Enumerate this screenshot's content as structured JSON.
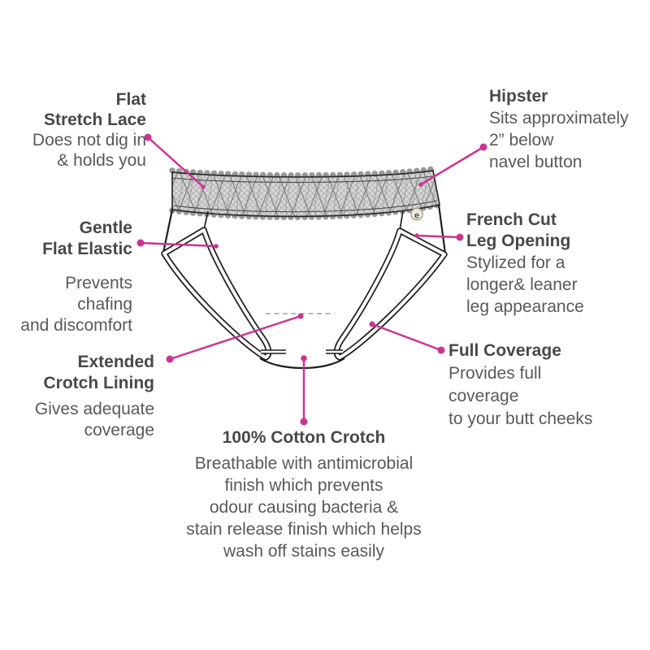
{
  "accent_color": "#cc3392",
  "title_text_color": "#47484a",
  "body_text_color": "#58595a",
  "callouts": {
    "flat_lace": {
      "t1": "Flat",
      "t2": "Stretch Lace",
      "b1": "Does not dig in",
      "b2": "& holds you"
    },
    "hipster": {
      "t1": "Hipster",
      "b1": "Sits approximately",
      "b2": "2” below",
      "b3": "navel button"
    },
    "gentle_elastic": {
      "t1": "Gentle",
      "t2": "Flat Elastic",
      "b1": "Prevents",
      "b2": "chafing",
      "b3": "and discomfort"
    },
    "french_cut": {
      "t1": "French Cut",
      "t2": "Leg Opening",
      "b1": "Stylized for a",
      "b2": "longer& leaner",
      "b3": "leg appearance"
    },
    "extended_crotch": {
      "t1": "Extended",
      "t2": "Crotch Lining",
      "b1": "Gives adequate",
      "b2": "coverage"
    },
    "full_coverage": {
      "t1": "Full Coverage",
      "b1": "Provides full",
      "b2": "coverage",
      "b3": "to your butt cheeks"
    },
    "cotton_crotch": {
      "t1": "100% Cotton Crotch",
      "b1": "Breathable with antimicrobial",
      "b2": "finish which prevents",
      "b3": "odour causing bacteria &",
      "b4": "stain release finish which helps",
      "b5": "wash off stains easily"
    }
  },
  "garment": {
    "logo_letter": "e"
  }
}
